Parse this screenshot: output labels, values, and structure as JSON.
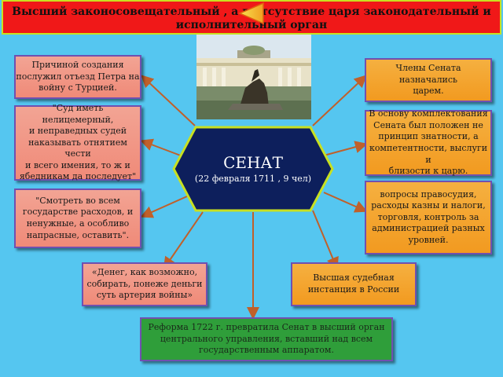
{
  "header": {
    "line1": "Высший законосовещательный , а в отсутствие царя законодательный и",
    "line2": "исполнительный орган"
  },
  "center": {
    "title": "СЕНАТ",
    "subtitle": "(22 февраля 1711 ,  9 чел)"
  },
  "left_boxes": [
    [
      "Причиной создания",
      "послужил отъезд Петра на",
      "войну с Турцией."
    ],
    [
      "\"Суд иметь нелицемерный,",
      "и неправедных судей",
      "наказывать отнятием чести",
      "и всего имения, то ж и",
      "ябедникам да последует\""
    ],
    [
      "\"Смотреть во всем",
      "государстве расходов, и",
      "ненужные, а особливо",
      "напрасные, оставить\"."
    ],
    [
      "«Денег, как возможно,",
      "собирать, понеже деньги",
      "суть артерия войны»"
    ]
  ],
  "right_boxes": [
    [
      "Члены Сената назначались",
      "царем."
    ],
    [
      "В основу комплектования",
      "Сената был положен не",
      "принцип знатности, а",
      "компетентности, выслуги и",
      "близости к царю."
    ],
    [
      "вопросы правосудия,",
      "расходы казны и налоги,",
      "торговля, контроль за",
      "администрацией разных",
      "уровней."
    ],
    [
      "Высшая судебная",
      "инстанция в России"
    ]
  ],
  "bottom_box": [
    "Реформа 1722 г. превратила Сенат в высший орган",
    "центрального управления, вставший над всем",
    "государственным аппаратом."
  ],
  "colors": {
    "background": "#55c6f0",
    "banner": "#f01818",
    "hexagon": "#0d1f5c",
    "arrow": "#c0602a",
    "pink_box": "#f08a78",
    "orange_box": "#f29a20",
    "green_box": "#2f9e3a"
  },
  "icons": {
    "back": "back-triangle-icon",
    "photo": "senate-building-photo"
  }
}
